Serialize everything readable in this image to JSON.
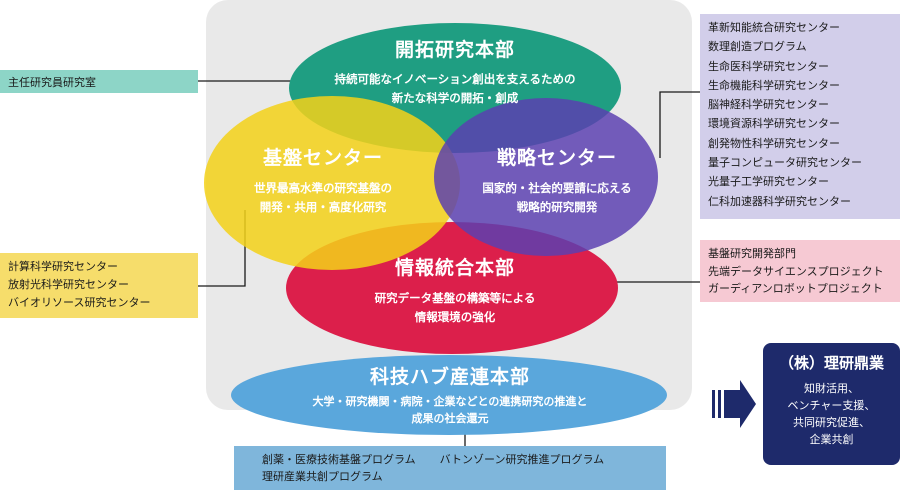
{
  "centers": {
    "kaitaku": {
      "title": "開拓研究本部",
      "lines": [
        "持続可能なイノベーション創出を支えるための",
        "新たな科学の開拓・創成"
      ],
      "color": "#1f9e82"
    },
    "kiban": {
      "title": "基盤センター",
      "lines": [
        "世界最高水準の研究基盤の",
        "開発・共用・高度化研究"
      ],
      "color": "#f3d21a"
    },
    "senryaku": {
      "title": "戦略センター",
      "lines": [
        "国家的・社会的要請に応える",
        "戦略的研究開発"
      ],
      "color": "#6a56b0"
    },
    "joho": {
      "title": "情報統合本部",
      "lines": [
        "研究データ基盤の構築等による",
        "情報環境の強化"
      ],
      "color": "#dc1f4b"
    },
    "hub": {
      "title": "科技ハブ産連本部",
      "lines": [
        "大学・研究機関・病院・企業などとの連携研究の推進と",
        "成果の社会還元"
      ],
      "color": "#5aa7dc"
    }
  },
  "left_top": {
    "items": [
      "主任研究員研究室"
    ],
    "color": "#8dd5c7"
  },
  "left_bottom": {
    "items": [
      "計算科学研究センター",
      "放射光科学研究センター",
      "バイオリソース研究センター"
    ],
    "color": "#f6dd6b"
  },
  "right_top": {
    "items": [
      "革新知能統合研究センター",
      "数理創造プログラム",
      "生命医科学研究センター",
      "生命機能科学研究センター",
      "脳神経科学研究センター",
      "環境資源科学研究センター",
      "創発物性科学研究センター",
      "量子コンピュータ研究センター",
      "光量子工学研究センター",
      "仁科加速器科学研究センター"
    ],
    "color": "#d2ceea"
  },
  "right_mid": {
    "items": [
      "基盤研究開発部門",
      "先端データサイエンスプロジェクト",
      "ガーディアンロボットプロジェクト"
    ],
    "color": "#f6c9d3"
  },
  "bottom": {
    "row1": [
      "創薬・医療技術基盤プログラム",
      "バトンゾーン研究推進プログラム"
    ],
    "row2": [
      "理研産業共創プログラム"
    ],
    "color": "#7fb6db"
  },
  "riken_kanae": {
    "title": "（株）理研鼎業",
    "lines": [
      "知財活用、",
      "ベンチャー支援、",
      "共同研究促進、",
      "企業共創"
    ],
    "color": "#1e2a6b"
  }
}
